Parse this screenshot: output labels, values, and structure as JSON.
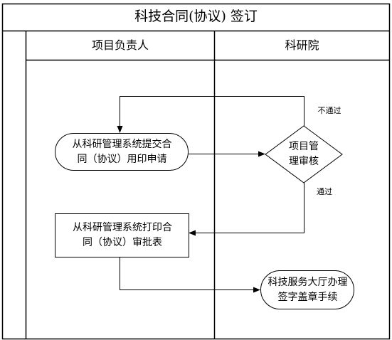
{
  "title": "科技合同(协议) 签订",
  "lanes": [
    "项目负责人",
    "科研院"
  ],
  "nodes": {
    "submit": {
      "line1": "从科研管理系统提交合",
      "line2": "同（协议）用印申请"
    },
    "review": {
      "line1": "项目管",
      "line2": "理审核"
    },
    "print": {
      "line1": "从科研管理系统打印合",
      "line2": "同（协议）审批表"
    },
    "hall": {
      "line1": "科技服务大厅办理",
      "line2": "签字盖章手续"
    }
  },
  "edges": {
    "reject": "不通过",
    "approve": "通过"
  }
}
